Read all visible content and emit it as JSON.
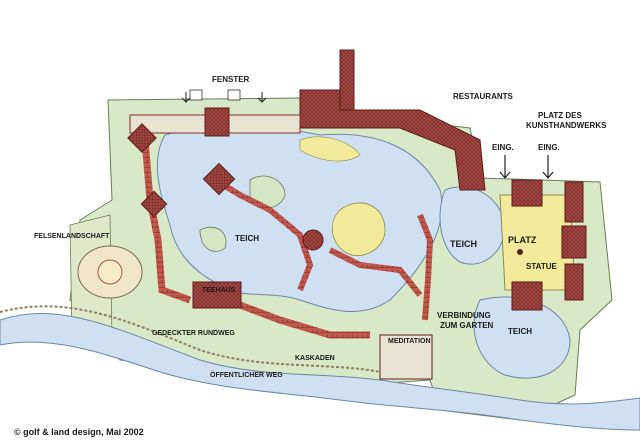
{
  "labels": {
    "fenster": "FENSTER",
    "restaurants": "RESTAURANTS",
    "platz_des": "PLATZ DES",
    "kunsthandwerks": "KUNSTHANDWERKS",
    "eing_left": "EING.",
    "eing_right": "EING.",
    "felsenlandschaft": "FELSENLANDSCHAFT",
    "teich_main": "TEICH",
    "teich_right": "TEICH",
    "teich_bottom": "TEICH",
    "platz": "PLATZ",
    "statue": "STATUE",
    "teehaus": "TEEHAUS",
    "verbindung": "VERBINDUNG",
    "zum_garten": "ZUM GARTEN",
    "gedeckter_rundweg": "GEDECKTER RUNDWEG",
    "meditation": "MEDITATION",
    "kaskaden": "KASKADEN",
    "oeffentlicher_weg": "ÖFFENTLICHER WEG",
    "credit": "© golf & land design, Mai 2002"
  },
  "colors": {
    "water": "#cfe0f2",
    "grass": "#d5e6c4",
    "brick": "#b9524a",
    "yellow": "#f2ea9a",
    "path": "#e9e3d2"
  }
}
